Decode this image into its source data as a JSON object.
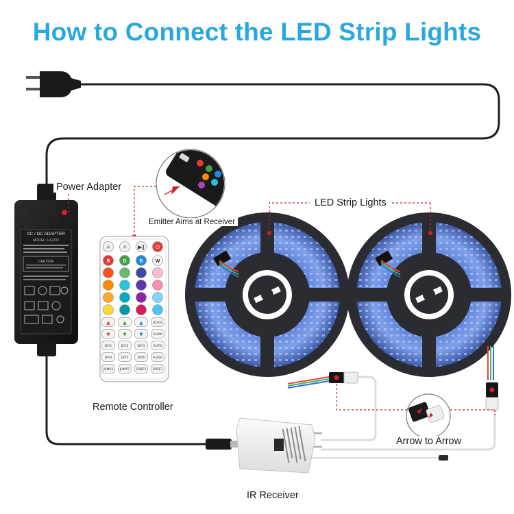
{
  "title": "How to Connect the LED Strip Lights",
  "labels": {
    "power_adapter": "Power Adapter",
    "emitter": "Emitter Aims at Receiver",
    "led_strip": "LED Strip Lights",
    "remote": "Remote Controller",
    "arrow": "Arrow to Arrow",
    "ir_receiver": "IR Receiver"
  },
  "adapter_text": {
    "header": "AC / DC ADAPTER",
    "model": "MODEL: LX1203",
    "caution": "CAUTION"
  },
  "remote_top_symbols": [
    "☼",
    "☼",
    "▶‖",
    "⏻"
  ],
  "remote_color_row_letters": [
    "R",
    "G",
    "B",
    "W"
  ],
  "remote_bottom_rows": [
    [
      "▲",
      "▲",
      "▲",
      "QUICK"
    ],
    [
      "▼",
      "▼",
      "▼",
      "SLOW"
    ],
    [
      "DIY1",
      "DIY2",
      "DIY3",
      "AUTO"
    ],
    [
      "DIY4",
      "DIY5",
      "DIY6",
      "FLASH"
    ],
    [
      "JUMP3",
      "JUMP7",
      "FADE3",
      "FADE7"
    ]
  ],
  "colors": {
    "title": "#2aa7de",
    "dashed_line": "#d21f2b",
    "reel": "#2a2c31",
    "led_glow": "#5b7fd6",
    "cable": "#1d1d1d"
  }
}
